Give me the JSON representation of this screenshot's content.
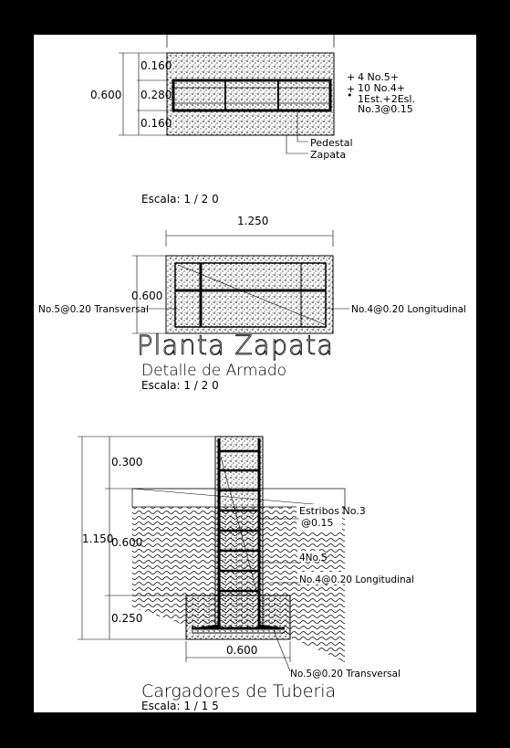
{
  "top_section": {
    "dim_total": "0.600",
    "dim_top": "0.160",
    "dim_middle": "0.280",
    "dim_bottom": "0.160",
    "rebar_lines": [
      "4 No.5+",
      "10 No.4+",
      "1Est.+2Esl.",
      "No.3@0.15"
    ],
    "label_pedestal": "Pedestal",
    "label_zapata": "Zapata",
    "scale": "Escala:  1 / 2 0"
  },
  "middle_section": {
    "dim_width": "1.250",
    "dim_height": "0.600",
    "label_transversal": "No.5@0.20 Transversal",
    "label_longitudinal": "No.4@0.20 Longitudinal",
    "title": "Planta Zapata",
    "subtitle": "Detalle de Armado",
    "scale": "Escala:  1 / 2 0"
  },
  "bottom_section": {
    "dim_total": "1.150",
    "dim_top": "0.300",
    "dim_middle": "0.600",
    "dim_bottom": "0.250",
    "dim_base_width": "0.600",
    "label_estribos": "Estribos No.3",
    "label_estribos_spacing": "@0.15",
    "label_no5": "4No.5",
    "label_longitudinal": "No.4@0.20 Longitudinal",
    "label_transversal": "No.5@0.20 Transversal",
    "title": "Cargadores de Tuberia",
    "scale": "Escala:  1 / 1 5"
  }
}
